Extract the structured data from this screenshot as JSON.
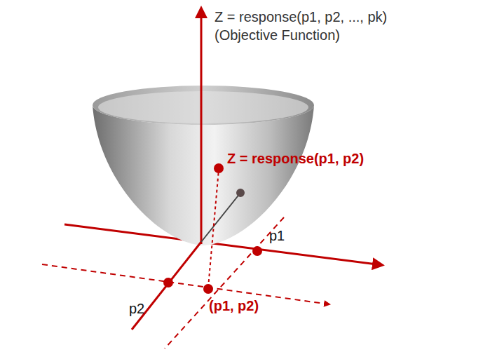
{
  "diagram": {
    "labels": [
      "Z = response(p1, p2, ..., pk)",
      "(Objective Function)",
      "Z = response(p1, p2)",
      "p1",
      "p2",
      "(p1, p2)"
    ]
  }
}
